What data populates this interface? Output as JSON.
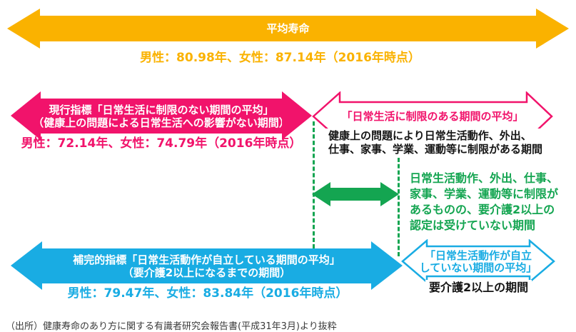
{
  "colors": {
    "yellow": "#FAB200",
    "pink": "#F1136B",
    "blue": "#19ACE3",
    "green": "#14A551",
    "note_text": "#141414",
    "source_text": "#3A3A3A"
  },
  "life_expectancy": {
    "label": "平均寿命",
    "value": "男性：80.98年、女性：87.14年（2016年時点）"
  },
  "current_indicator": {
    "line1": "現行指標「日常生活に制限のない期間の平均」",
    "line2": "（健康上の問題による日常生活への影響がない期間）",
    "value": "男性：72.14年、女性：74.79年（2016年時点）"
  },
  "limited_period": {
    "title": "「日常生活に制限のある期間の平均」",
    "desc_line1": "健康上の問題により日常生活動作、外出、",
    "desc_line2": "仕事、家事、学業、運動等に制限がある期間"
  },
  "restriction_gap": {
    "lines": [
      "日常生活動作、外出、仕事、",
      "家事、学業、運動等に制限が",
      "あるものの、要介護2以上の",
      "認定は受けていない期間"
    ]
  },
  "supplementary_indicator": {
    "line1": "補完的指標「日常生活動作が自立している期間の平均」",
    "line2": "（要介護2以上になるまでの期間）",
    "value": "男性：79.47年、女性：83.84年（2016年時点）"
  },
  "dependent_period": {
    "title_line1": "「日常生活動作が自立",
    "title_line2": "していない期間の平均」",
    "desc": "要介護2以上の期間"
  },
  "source": "（出所）健康寿命のあり方に関する有識者研究会報告書(平成31年3月)より抜粋"
}
